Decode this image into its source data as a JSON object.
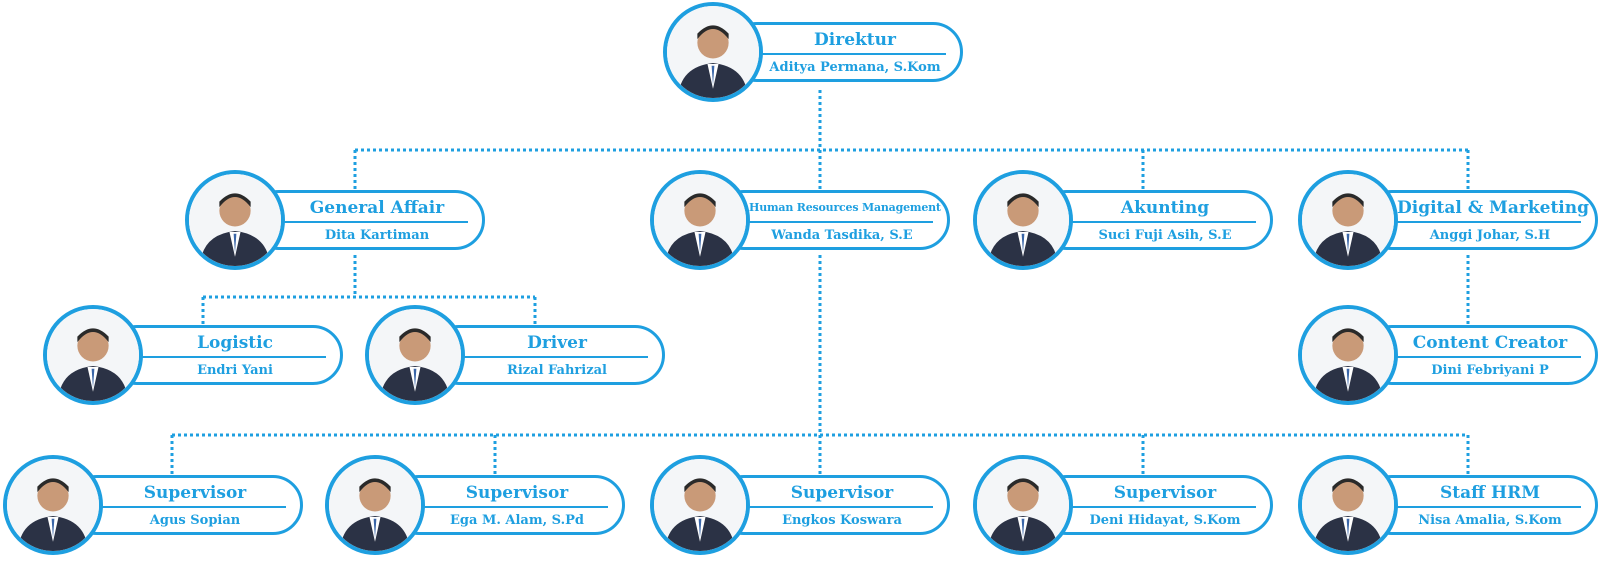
{
  "accent_color": "#1e9fe0",
  "nodes": [
    {
      "id": "direktur",
      "title": "Direktur",
      "name": "Aditya Permana, S.Kom",
      "icon": "person-photo-icon"
    },
    {
      "id": "general-affair",
      "title": "General Affair",
      "name": "Dita Kartiman",
      "icon": "person-photo-icon"
    },
    {
      "id": "hrm",
      "title": "Human Resources Management",
      "name": "Wanda Tasdika, S.E",
      "icon": "person-photo-icon"
    },
    {
      "id": "akunting",
      "title": "Akunting",
      "name": "Suci Fuji Asih, S.E",
      "icon": "person-photo-icon"
    },
    {
      "id": "digital-marketing",
      "title": "Digital & Marketing",
      "name": "Anggi Johar, S.H",
      "icon": "person-photo-icon"
    },
    {
      "id": "logistic",
      "title": "Logistic",
      "name": "Endri Yani",
      "icon": "person-photo-icon"
    },
    {
      "id": "driver",
      "title": "Driver",
      "name": "Rizal Fahrizal",
      "icon": "person-photo-icon"
    },
    {
      "id": "content-creator",
      "title": "Content Creator",
      "name": "Dini Febriyani P",
      "icon": "person-photo-icon"
    },
    {
      "id": "supervisor-1",
      "title": "Supervisor",
      "name": "Agus Sopian",
      "icon": "person-photo-icon"
    },
    {
      "id": "supervisor-2",
      "title": "Supervisor",
      "name": "Ega M. Alam, S.Pd",
      "icon": "person-photo-icon"
    },
    {
      "id": "supervisor-3",
      "title": "Supervisor",
      "name": "Engkos Koswara",
      "icon": "person-photo-icon"
    },
    {
      "id": "supervisor-4",
      "title": "Supervisor",
      "name": "Deni Hidayat, S.Kom",
      "icon": "person-photo-icon"
    },
    {
      "id": "staff-hrm",
      "title": "Staff HRM",
      "name": "Nisa Amalia, S.Kom",
      "icon": "person-photo-icon"
    }
  ]
}
